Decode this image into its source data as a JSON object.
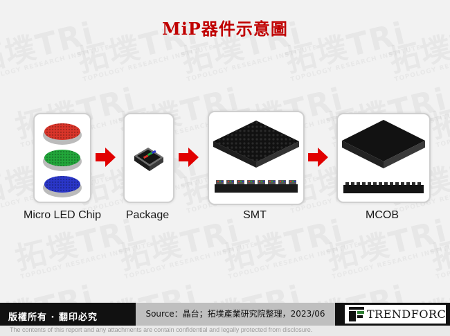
{
  "title": "MiP器件示意圖",
  "stages": [
    {
      "label": "Micro LED Chip"
    },
    {
      "label": "Package"
    },
    {
      "label": "SMT"
    },
    {
      "label": "MCOB"
    }
  ],
  "chip_colors": [
    "#d9352a",
    "#22a63a",
    "#2a36c8"
  ],
  "accent_color": "#e10000",
  "watermark": {
    "text": "拓墣TRi",
    "subtext": "TOPOLOGY RESEARCH INSTITUTE"
  },
  "footer": {
    "copyright": "版權所有 · 翻印必究",
    "source": "Source：晶台；拓墣產業研究院整理，2023/06",
    "brand": "TRENDFORCE"
  },
  "disclaimer": "The contents of this report and any attachments are contain confidential and legally protected from disclosure."
}
